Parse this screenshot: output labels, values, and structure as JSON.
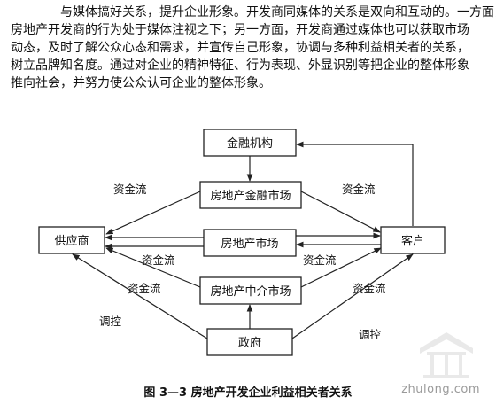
{
  "paragraph": {
    "lines": [
      "与媒体搞好关系，提升企业形象。开发商同媒体的关系是双向和互动的。一方面，",
      "房地产开发商的行为处于媒体注视之下；另一方面，开发商通过媒体也可以获取市场",
      "动态，及时了解公众心态和需求，并宣传自己形象，协调与多种利益相关者的关系，",
      "树立品牌知名度。通过对企业的精神特征、行为表现、外显识别等把企业的整体形象",
      "推向社会，并努力使公众认可企业的整体形象。"
    ]
  },
  "diagram": {
    "nodes": {
      "financial_institution": "金融机构",
      "re_financial_market": "房地产金融市场",
      "supplier": "供应商",
      "re_market": "房地产市场",
      "customer": "客户",
      "re_intermediary_market": "房地产中介市场",
      "government": "政府"
    },
    "flow_labels": {
      "capital_flow": "资金流",
      "regulation": "调控"
    }
  },
  "caption": "图 3—3  房地产开发企业利益相关者关系",
  "watermark": "zhulong.com",
  "colors": {
    "line": "#222222",
    "background": "#ffffff"
  }
}
